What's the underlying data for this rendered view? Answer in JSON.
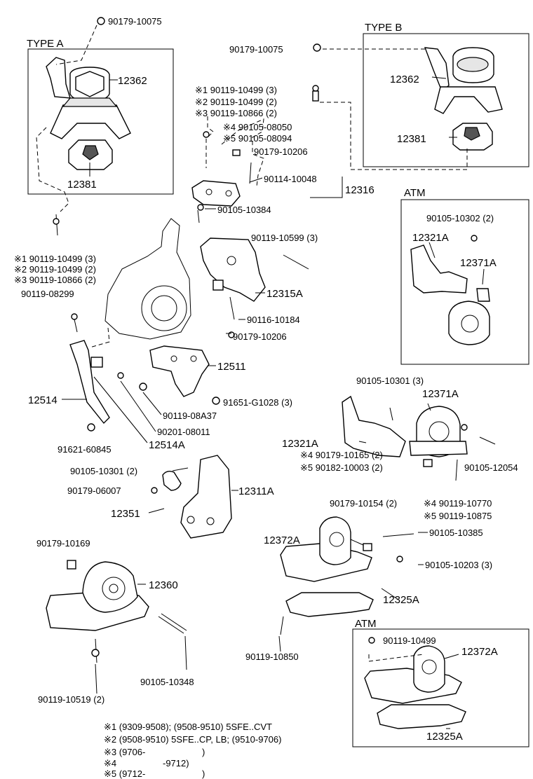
{
  "boxes": {
    "type_a": "TYPE A",
    "type_b": "TYPE B",
    "atm_1": "ATM",
    "atm_2": "ATM"
  },
  "labels": {
    "l01": "90179-10075",
    "l02": "12362",
    "l03": "12381",
    "l04": "90179-10075",
    "l05": "12362",
    "l06": "12381",
    "l07": "※1 90119-10499 (3)",
    "l08": "※2 90119-10499 (2)",
    "l09": "※3 90119-10866 (2)",
    "l10": "※4 90105-08050",
    "l11": "※5 90105-08094",
    "l12": "90179-10206",
    "l13": "90114-10048",
    "l14": "12316",
    "l15": "90105-10384",
    "l16": "90105-10302 (2)",
    "l17": "12321A",
    "l18": "12371A",
    "l19": "90119-10599 (3)",
    "l20": "※1 90119-10499 (3)",
    "l21": "※2 90119-10499 (2)",
    "l22": "※3 90119-10866 (2)",
    "l23": "90119-08299",
    "l24": "12315A",
    "l25": "90116-10184",
    "l26": "90179-10206",
    "l27": "12511",
    "l28": "12514",
    "l29": "91651-G1028 (3)",
    "l30": "90119-08A37",
    "l31": "90201-08011",
    "l32": "91621-60845",
    "l33": "12514A",
    "l34": "90105-10301 (3)",
    "l35": "12371A",
    "l36": "12321A",
    "l37": "90105-10301 (2)",
    "l38": "12311A",
    "l39": "90179-06007",
    "l40": "12351",
    "l41": "※4 90179-10165 (2)",
    "l42": "※5 90182-10003 (2)",
    "l43": "90105-12054",
    "l44": "90179-10154 (2)",
    "l45": "※4 90119-10770",
    "l46": "※5 90119-10875",
    "l47": "90105-10385",
    "l48": "90179-10169",
    "l49": "12372A",
    "l50": "90105-10203 (3)",
    "l51": "12360",
    "l52": "12325A",
    "l53": "90119-10850",
    "l54": "90119-10499",
    "l55": "12372A",
    "l56": "90105-10348",
    "l57": "90119-10519 (2)",
    "l58": "12325A"
  },
  "notes": {
    "n1": "※1 (9309-9508); (9508-9510) 5SFE..CVT",
    "n2": "※2 (9508-9510) 5SFE..CP, LB; (9510-9706)",
    "n3": "※3 (9706-",
    "n3b": ")",
    "n4": "※4",
    "n4b": "-9712)",
    "n5": "※5 (9712-",
    "n5b": ")"
  }
}
